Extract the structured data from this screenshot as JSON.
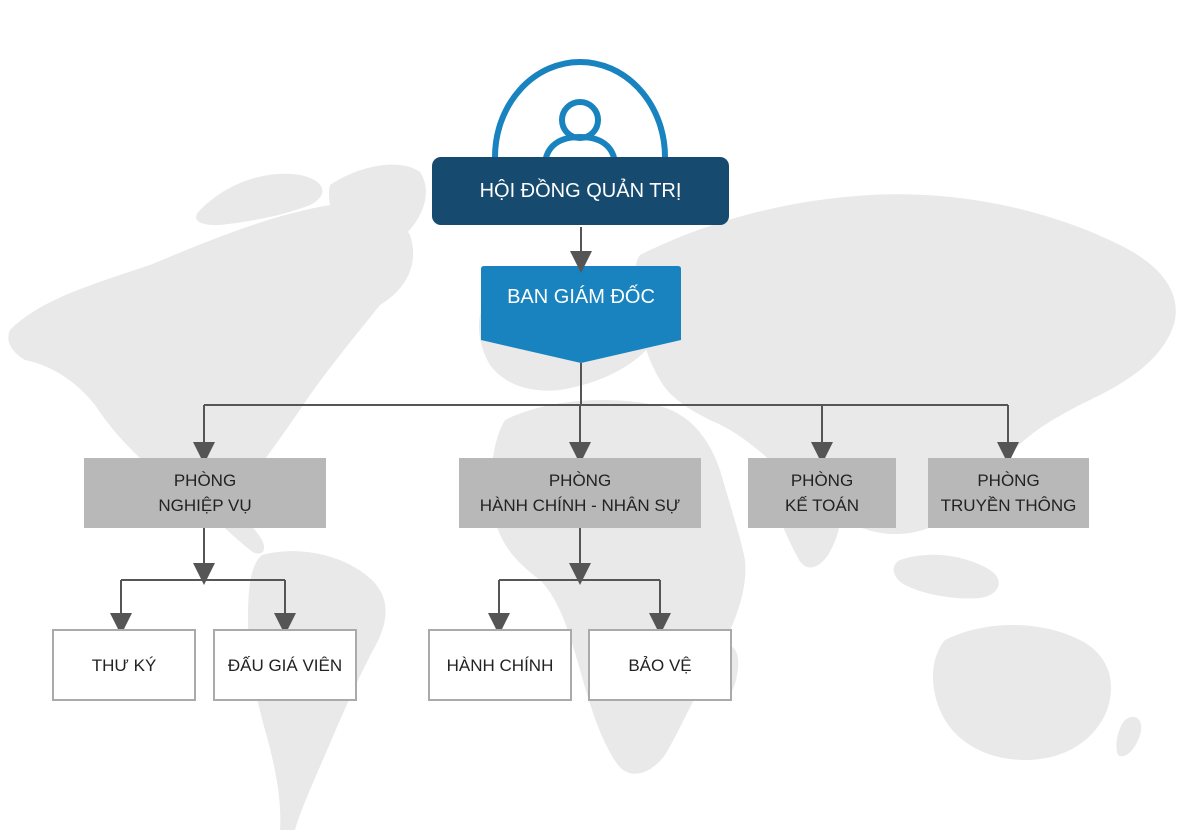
{
  "diagram": {
    "board": {
      "label": "HỘI ĐỒNG QUẢN TRỊ",
      "icon": "user-icon"
    },
    "director": {
      "label": "BAN GIÁM ĐỐC"
    },
    "departments": [
      {
        "line1": "PHÒNG",
        "line2": "NGHIỆP VỤ"
      },
      {
        "line1": "PHÒNG",
        "line2": "HÀNH CHÍNH - NHÂN SỰ"
      },
      {
        "line1": "PHÒNG",
        "line2": "KẾ TOÁN"
      },
      {
        "line1": "PHÒNG",
        "line2": "TRUYỀN THÔNG"
      }
    ],
    "sub_units": [
      {
        "label": "THƯ KÝ"
      },
      {
        "label": "ĐẤU GIÁ VIÊN"
      },
      {
        "label": "HÀNH CHÍNH"
      },
      {
        "label": "BẢO VỆ"
      }
    ]
  },
  "colors": {
    "board_bg": "#164a6f",
    "director_bg": "#1883bf",
    "arc": "#1883bf",
    "dept_bg": "#b8b8b8",
    "leaf_border": "#aaaaaa",
    "connector": "#555555",
    "map": "#e9e9e9"
  }
}
